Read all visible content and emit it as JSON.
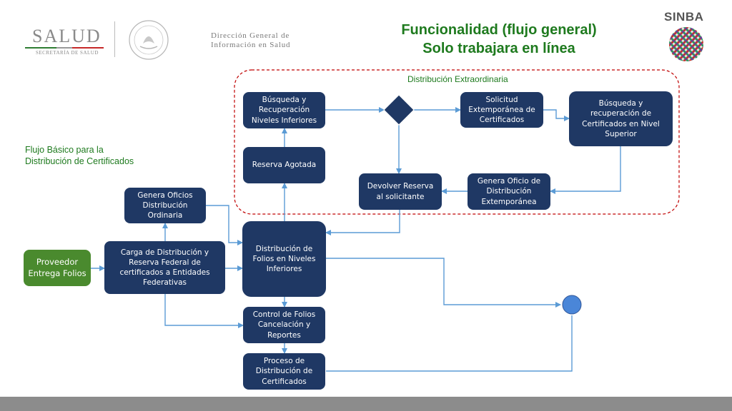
{
  "header": {
    "title_line1": "Funcionalidad (flujo general)",
    "title_line2": "Solo trabajara en línea",
    "logo_salud": "SALUD",
    "logo_secretaria": "SECRETARÍA DE SALUD",
    "dgis_line1": "Dirección General de",
    "dgis_line2": "Información en Salud",
    "sinba": "SINBA"
  },
  "side_label": {
    "line1": "Flujo Básico para la",
    "line2": "Distribución de Certificados"
  },
  "extra_label": "Distribución Extraordinaria",
  "nodes": {
    "proveedor": "Proveedor Entrega Folios",
    "carga": "Carga de Distribución y Reserva Federal de certificados a Entidades Federativas",
    "genera_oficios": "Genera Oficios Distribución Ordinaria",
    "distribucion_folios": "Distribución de Folios en Niveles Inferiores",
    "control": "Control de Folios Cancelación y Reportes",
    "proceso": "Proceso de Distribución de Certificados",
    "reserva": "Reserva Agotada",
    "busqueda_inferiores": "Búsqueda y Recuperación Niveles Inferiores",
    "solicitud": "Solicitud Extemporánea de Certificados",
    "busqueda_superior": "Búsqueda y recuperación de Certificados en Nivel Superior",
    "genera_oficio_ext": "Genera Oficio de Distribución Extemporánea",
    "devolver": "Devolver Reserva al solicitante"
  },
  "colors": {
    "box": "#1f3864",
    "green_box": "#4a8a2e",
    "arrow": "#5b9bd5",
    "title": "#1e7a1e",
    "dashed": "#c00000",
    "circle": "#4a86d8"
  }
}
